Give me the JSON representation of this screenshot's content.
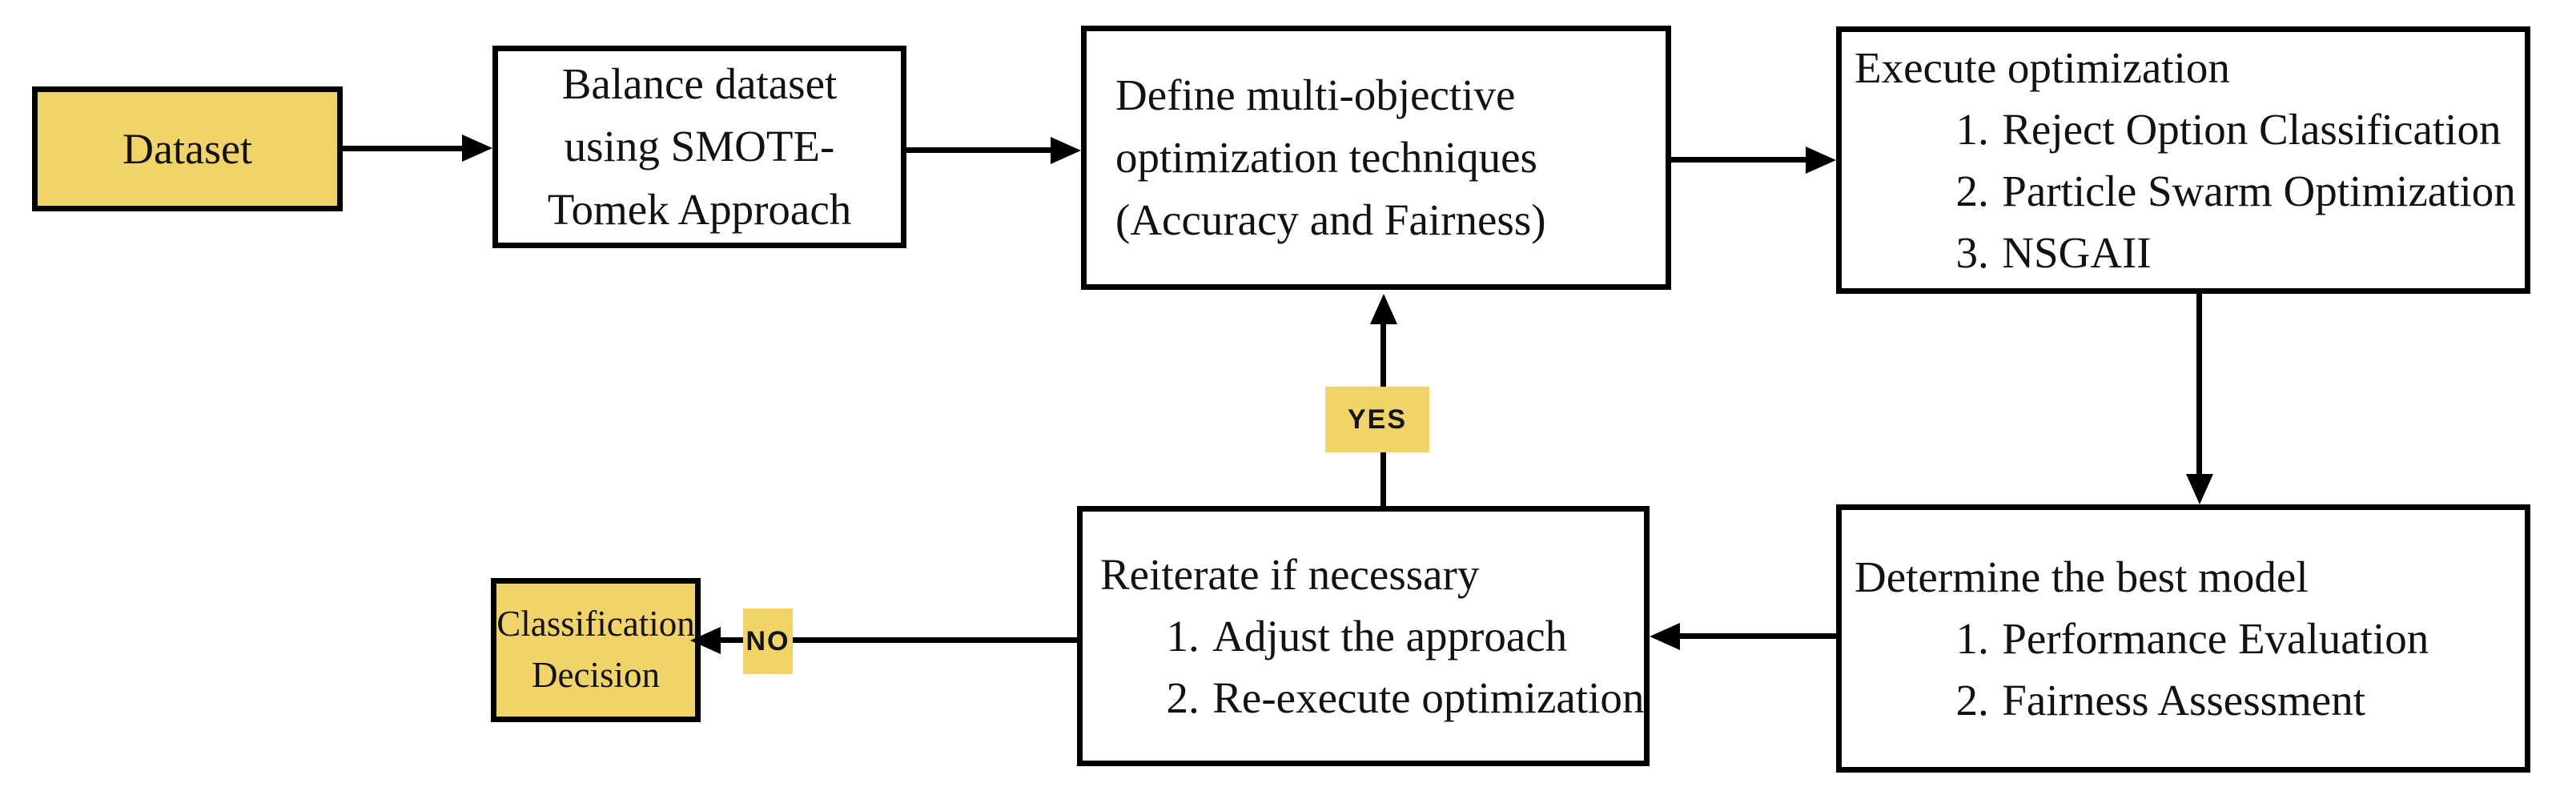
{
  "diagram": {
    "type": "flowchart",
    "colors": {
      "terminal_fill": "#F1D467",
      "box_border": "#000000",
      "arrow": "#000000",
      "background": "#FFFFFF"
    },
    "nodes": {
      "dataset": {
        "label": "Dataset"
      },
      "balance": {
        "lines": [
          "Balance dataset",
          "using SMOTE-",
          "Tomek Approach"
        ]
      },
      "define": {
        "lines": [
          "Define multi-objective",
          "optimization techniques",
          "(Accuracy and Fairness)"
        ]
      },
      "execute": {
        "title": "Execute optimization",
        "items": [
          "Reject Option Classification",
          "Particle Swarm Optimization",
          "NSGAII"
        ]
      },
      "determine": {
        "title": "Determine the best model",
        "items": [
          "Performance Evaluation",
          "Fairness Assessment"
        ]
      },
      "reiterate": {
        "title": "Reiterate if necessary",
        "items": [
          "Adjust the approach",
          "Re-execute optimization"
        ]
      },
      "classification": {
        "lines": [
          "Classification",
          "Decision"
        ]
      }
    },
    "edge_labels": {
      "yes": "YES",
      "no": "NO"
    }
  }
}
